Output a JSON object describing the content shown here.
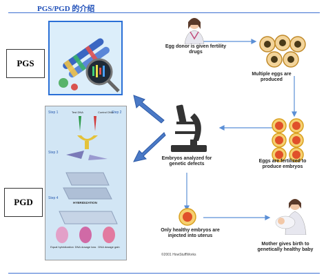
{
  "header": {
    "title": "PGS/PGD 的介绍"
  },
  "labels": {
    "pgs": "PGS",
    "pgd": "PGD"
  },
  "flow": {
    "egg_donor": "Egg donor is given fertility drugs",
    "multiple_eggs": "Multiple eggs are produced",
    "fertilized": "Eggs are fertilized to produce embryos",
    "analyzed": "Embryos analyzed for genetic defects",
    "injected": "Only healthy embryos are injected into uterus",
    "birth": "Mother gives birth to genetically healthy baby",
    "copyright": "©2001 HowStuffWorks"
  },
  "pgd_panel": {
    "step1": "Step 1",
    "step2": "Step 2",
    "step3": "Step 3",
    "step4": "Step 4",
    "test_dna": "Test DNA",
    "control_dna": "Control DNA",
    "hybridization": "HYBRIDIZATION",
    "equal": "Equal hybridization",
    "loss": "DNA dosage loss",
    "gain": "DNA dosage gain"
  }
}
